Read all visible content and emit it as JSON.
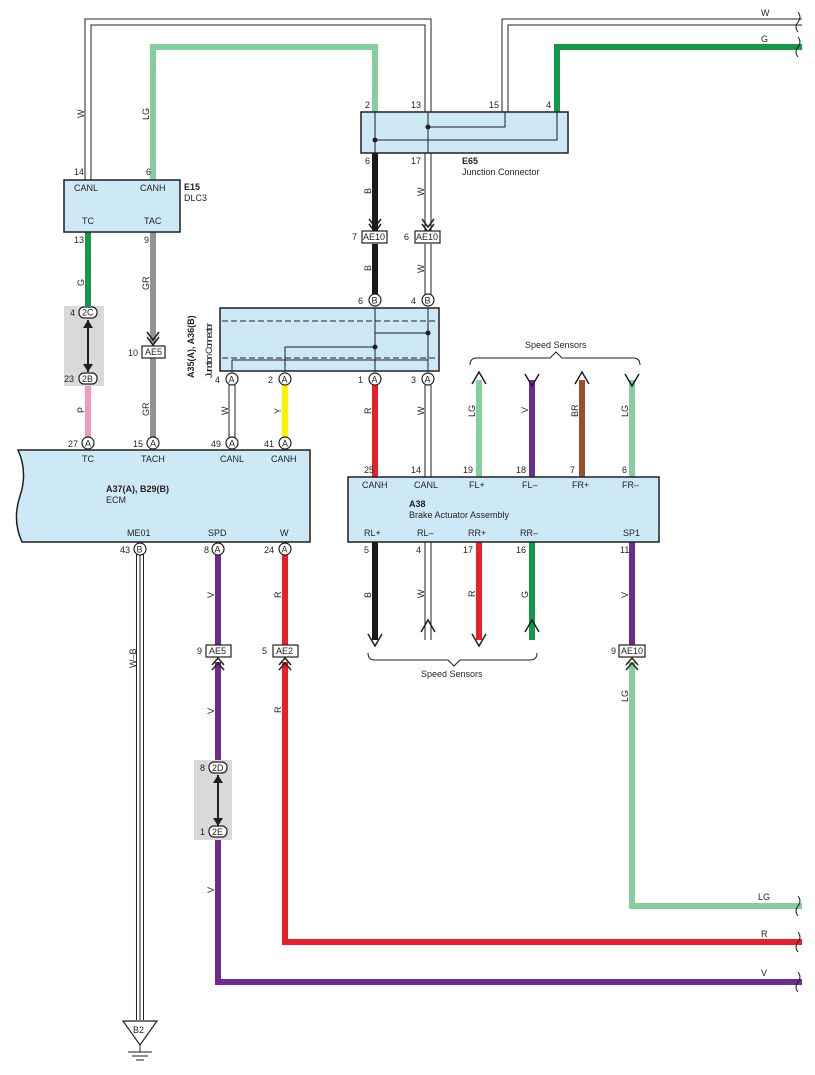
{
  "colors": {
    "W": "#ffffff",
    "LG": "#86cda0",
    "G": "#129a4a",
    "B": "#1a1a1a",
    "GR": "#939393",
    "P": "#f19ac0",
    "Y": "#fff200",
    "R": "#e8202a",
    "V": "#6b2d90",
    "BR": "#9a4f2c",
    "component_fill": "#cde9f6"
  },
  "components": {
    "e65": {
      "id": "E65",
      "name": "Junction Connector",
      "pins_top": [
        "2",
        "13",
        "15",
        "4"
      ],
      "pins_bottom": [
        "6",
        "17"
      ]
    },
    "e15": {
      "id": "E15",
      "name": "DLC3",
      "pin_labels": [
        "CANL",
        "CANH",
        "TC",
        "TAC"
      ],
      "pins_top": [
        "14",
        "6"
      ],
      "pins_bottom": [
        "13",
        "9"
      ]
    },
    "a35": {
      "id": "A35(A), A36(B)",
      "name": "Junction Connector",
      "pins_top": [
        "6",
        "4"
      ],
      "pins_bottom": [
        "4",
        "2",
        "1",
        "3"
      ],
      "pin_letters": {
        "B": "B",
        "A": "A"
      }
    },
    "ecm": {
      "id": "A37(A), B29(B)",
      "name": "ECM",
      "pin_labels_top": [
        "TC",
        "TACH",
        "CANL",
        "CANH"
      ],
      "pins_top": [
        "27",
        "15",
        "49",
        "41"
      ],
      "pin_labels_bottom": [
        "ME01",
        "SPD",
        "W"
      ],
      "pins_bottom": [
        "43",
        "8",
        "24"
      ]
    },
    "a38": {
      "id": "A38",
      "name": "Brake Actuator Assembly",
      "pin_labels_top": [
        "CANH",
        "CANL",
        "FL+",
        "FL–",
        "FR+",
        "FR–"
      ],
      "pins_top": [
        "25",
        "14",
        "19",
        "18",
        "7",
        "6"
      ],
      "pin_labels_bottom": [
        "RL+",
        "RL–",
        "RR+",
        "RR–",
        "SP1"
      ],
      "pins_bottom": [
        "5",
        "4",
        "17",
        "16",
        "11"
      ]
    }
  },
  "connectors": {
    "ae10": "AE10",
    "ae5": "AE5",
    "ae2": "AE2",
    "c2c": "2C",
    "c2b": "2B",
    "c2d": "2D",
    "c2e": "2E",
    "b2": "B2"
  },
  "pin_numbers": {
    "ae10_left": "7",
    "ae10_right": "6",
    "ae5_gr": "10",
    "ae5_spd": "9",
    "ae2": "5",
    "ae10_sp1": "9",
    "c2c": "4",
    "c2b": "23",
    "c2d": "8",
    "c2e": "1"
  },
  "wire_labels": {
    "w_top": "W",
    "lg_top": "LG",
    "e65_b": "B",
    "e65_w": "W",
    "ae10_b": "B",
    "ae10_w": "W",
    "g_e15": "G",
    "p": "P",
    "gr1": "GR",
    "gr2": "GR",
    "a35_w": "W",
    "a35_y": "Y",
    "a35_r": "R",
    "a35_w2": "W",
    "fl_plus": "LG",
    "fl_minus": "V",
    "fr_plus": "BR",
    "fr_minus": "LG",
    "rl_plus": "B",
    "rl_minus": "W",
    "rr_plus": "R",
    "rr_minus": "G",
    "sp1": "V",
    "sp1_lg": "LG",
    "wb": "W–B",
    "spd_v1": "V",
    "spd_v2": "V",
    "spd_v3": "V",
    "w_r1": "R",
    "w_r2": "R",
    "right_w": "W",
    "right_g": "G",
    "right_lg": "LG",
    "right_r": "R",
    "right_v": "V"
  },
  "labels": {
    "speed_sensors_top": "Speed Sensors",
    "speed_sensors_bottom": "Speed Sensors"
  }
}
